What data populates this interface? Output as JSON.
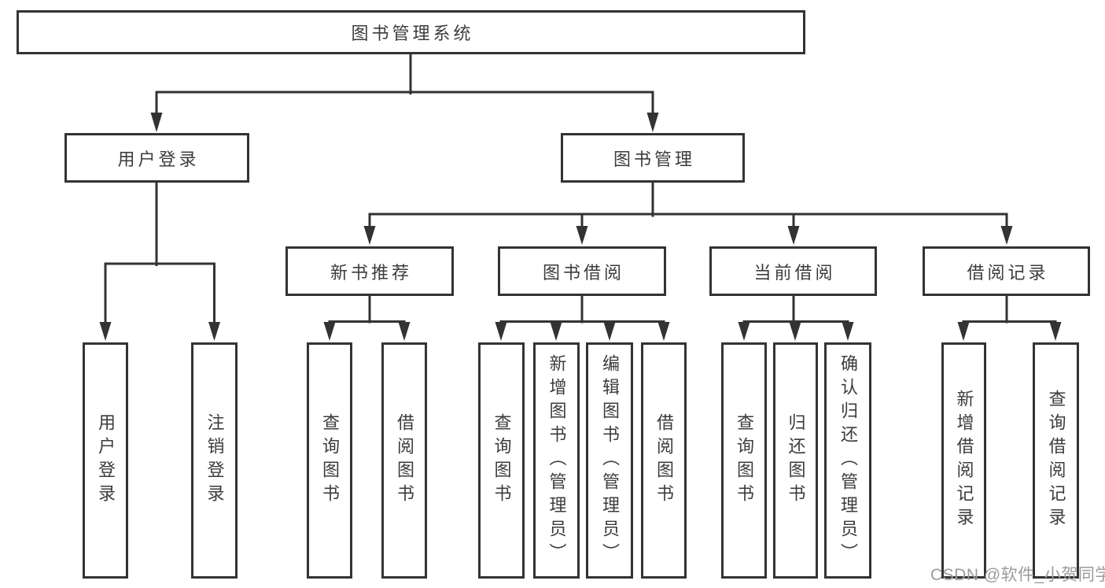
{
  "diagram": {
    "nodes": {
      "root": "图书管理系统",
      "user_login": "用户登录",
      "book_mgmt": "图书管理",
      "new_book": "新书推荐",
      "book_borrow": "图书借阅",
      "current_borrow": "当前借阅",
      "borrow_records": "借阅记录",
      "leaf_user_login": "用户登录",
      "leaf_logout": "注销登录",
      "leaf_nb_query": "查询图书",
      "leaf_nb_borrow": "借阅图书",
      "leaf_bb_query": "查询图书",
      "leaf_bb_add": "新增图书（管理员）",
      "leaf_bb_edit": "编辑图书（管理员）",
      "leaf_bb_borrow": "借阅图书",
      "leaf_cb_query": "查询图书",
      "leaf_cb_return": "归还图书",
      "leaf_cb_confirm": "确认归还（管理员）",
      "leaf_br_add": "新增借阅记录",
      "leaf_br_query": "查询借阅记录"
    },
    "watermark": "CSDN @软件_小贺同学",
    "colors": {
      "line": "#333333",
      "box_border": "#333333",
      "box_fill": "#ffffff",
      "text": "#3c3c3c",
      "watermark_text": "#9b9b9b",
      "background": "#ffffff"
    }
  }
}
